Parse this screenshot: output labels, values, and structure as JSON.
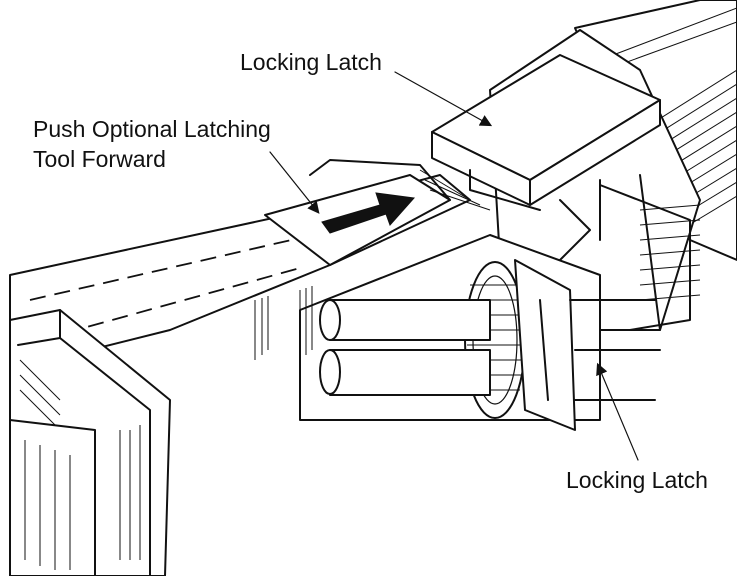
{
  "callouts": {
    "top_latch": "Locking Latch",
    "push_tool_line1": "Push Optional Latching",
    "push_tool_line2": "Tool Forward",
    "bottom_latch": "Locking Latch"
  }
}
